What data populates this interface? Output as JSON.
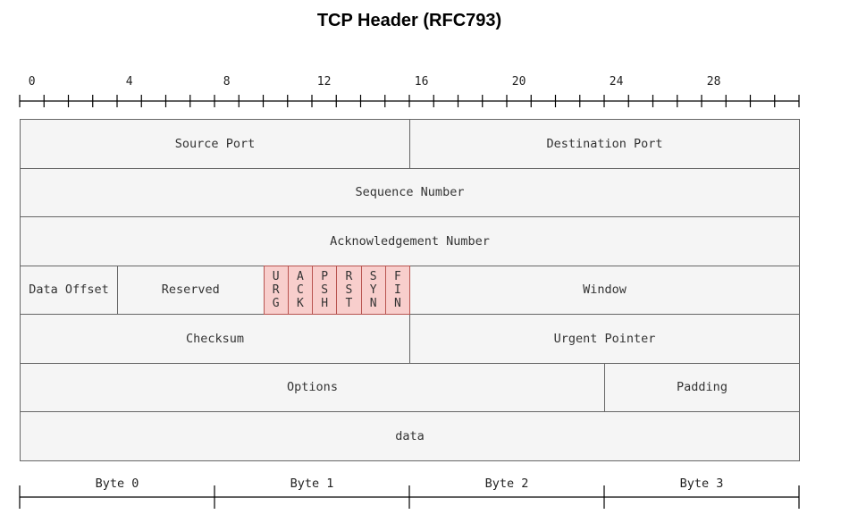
{
  "title": "TCP Header (RFC793)",
  "bits_per_row": 32,
  "bit_labels": [
    "0",
    "4",
    "8",
    "12",
    "16",
    "20",
    "24",
    "28"
  ],
  "rows": [
    [
      {
        "label": "Source Port",
        "bits": 16
      },
      {
        "label": "Destination Port",
        "bits": 16
      }
    ],
    [
      {
        "label": "Sequence Number",
        "bits": 32
      }
    ],
    [
      {
        "label": "Acknowledgement Number",
        "bits": 32
      }
    ],
    [
      {
        "label": "Data Offset",
        "bits": 4
      },
      {
        "label": "Reserved",
        "bits": 6
      },
      {
        "label": "URG",
        "bits": 1,
        "flag": true
      },
      {
        "label": "ACK",
        "bits": 1,
        "flag": true
      },
      {
        "label": "PSH",
        "bits": 1,
        "flag": true
      },
      {
        "label": "RST",
        "bits": 1,
        "flag": true
      },
      {
        "label": "SYN",
        "bits": 1,
        "flag": true
      },
      {
        "label": "FIN",
        "bits": 1,
        "flag": true
      },
      {
        "label": "Window",
        "bits": 16
      }
    ],
    [
      {
        "label": "Checksum",
        "bits": 16
      },
      {
        "label": "Urgent Pointer",
        "bits": 16
      }
    ],
    [
      {
        "label": "Options",
        "bits": 24
      },
      {
        "label": "Padding",
        "bits": 8
      }
    ],
    [
      {
        "label": "data",
        "bits": 32
      }
    ]
  ],
  "byte_labels": [
    "Byte 0",
    "Byte 1",
    "Byte 2",
    "Byte 3"
  ],
  "colors": {
    "cell_fill": "#f5f5f5",
    "cell_border": "#666666",
    "flag_fill": "#f8cecc",
    "flag_border": "#b85450"
  }
}
